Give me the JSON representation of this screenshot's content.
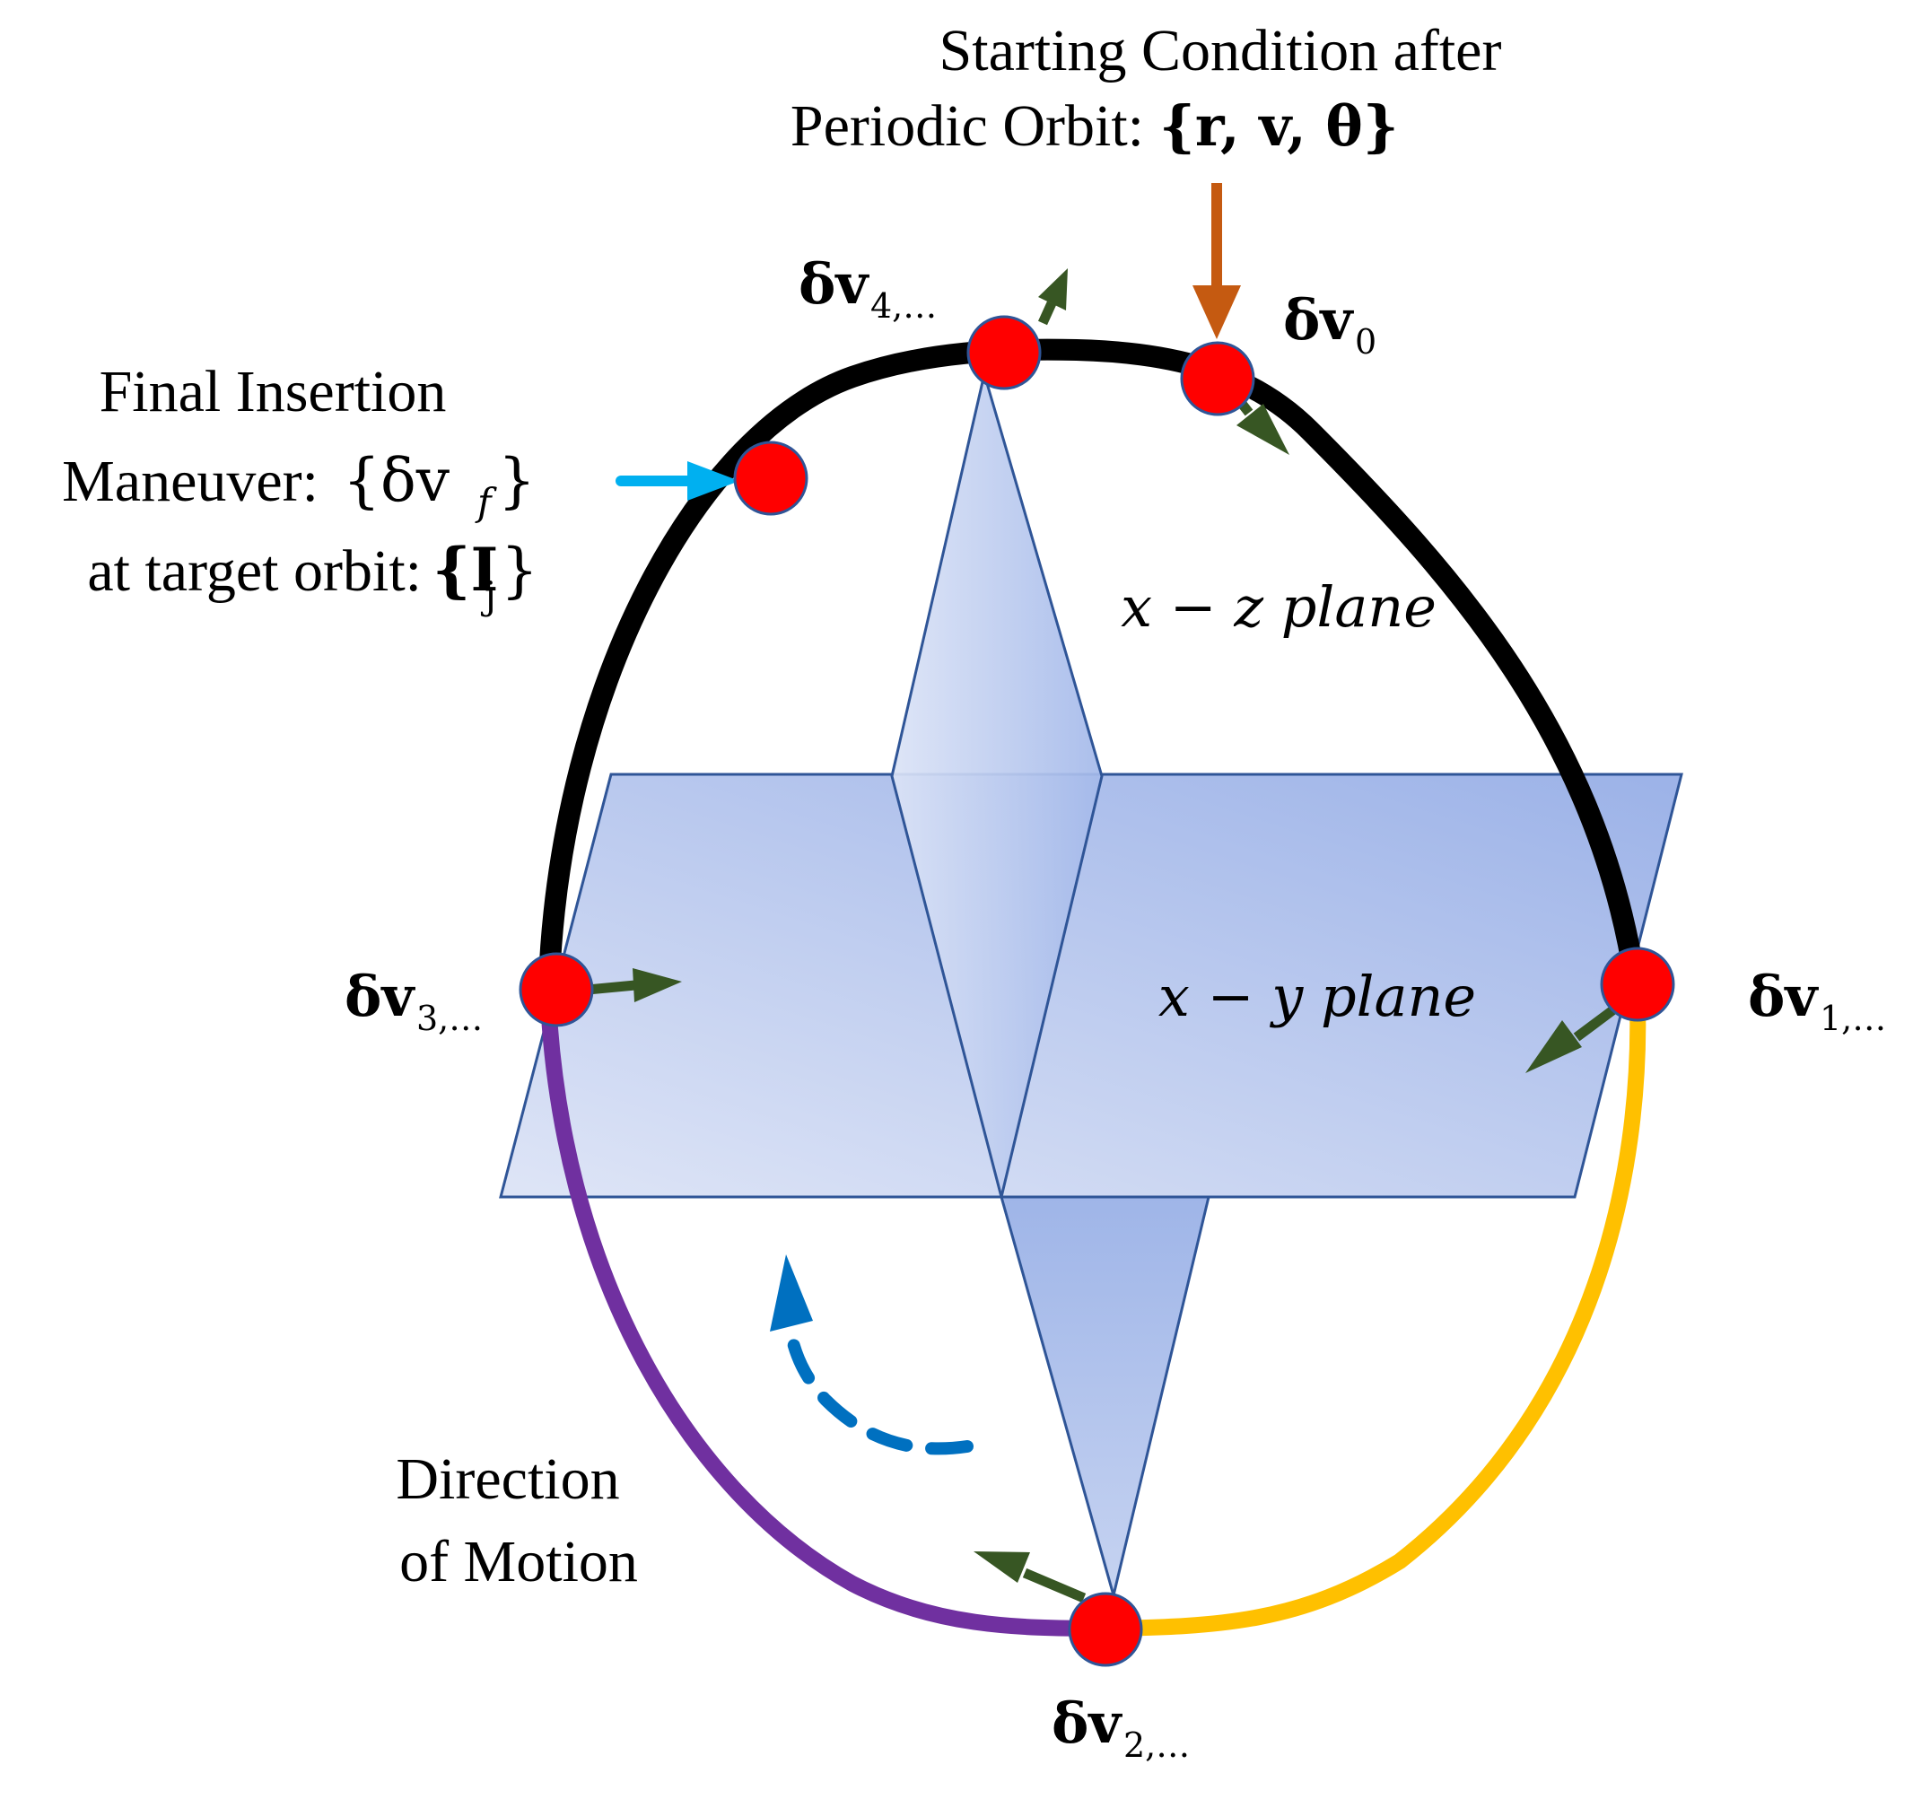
{
  "labels": {
    "starting_condition_line1": "Starting Condition after",
    "starting_condition_line2": "Periodic Orbit:",
    "starting_condition_set": "{r, v, θ}",
    "final_insertion_line1": "Final Insertion",
    "final_insertion_line2": "Maneuver:",
    "final_insertion_line3": "at target orbit:",
    "final_insertion_dv": "{δv",
    "final_insertion_dv_sub": "f",
    "target_orbit_I": "{I",
    "target_orbit_sub": "j",
    "close_brace": "}",
    "xz_plane": "x − z plane",
    "xy_plane": "x − y plane",
    "direction_line1": "Direction",
    "direction_line2": "of Motion"
  },
  "maneuvers": {
    "dv0": {
      "main": "δv",
      "sub": "0"
    },
    "dv1": {
      "main": "δv",
      "sub": "1,…"
    },
    "dv2": {
      "main": "δv",
      "sub": "2,…"
    },
    "dv3": {
      "main": "δv",
      "sub": "3,…"
    },
    "dv4": {
      "main": "δv",
      "sub": "4,…"
    }
  },
  "colors": {
    "orbit_upper": "#000000",
    "orbit_right_lower": "#ffc000",
    "orbit_left_lower": "#7030a0",
    "maneuver_node": "#ff0000",
    "node_outline": "#2f5597",
    "dv_arrow": "#375623",
    "start_arrow": "#c55a11",
    "insertion_arrow": "#00b0f0",
    "motion_arrow": "#0070c0",
    "plane_fill": "#8faadc",
    "plane_edge": "#2f5597"
  }
}
